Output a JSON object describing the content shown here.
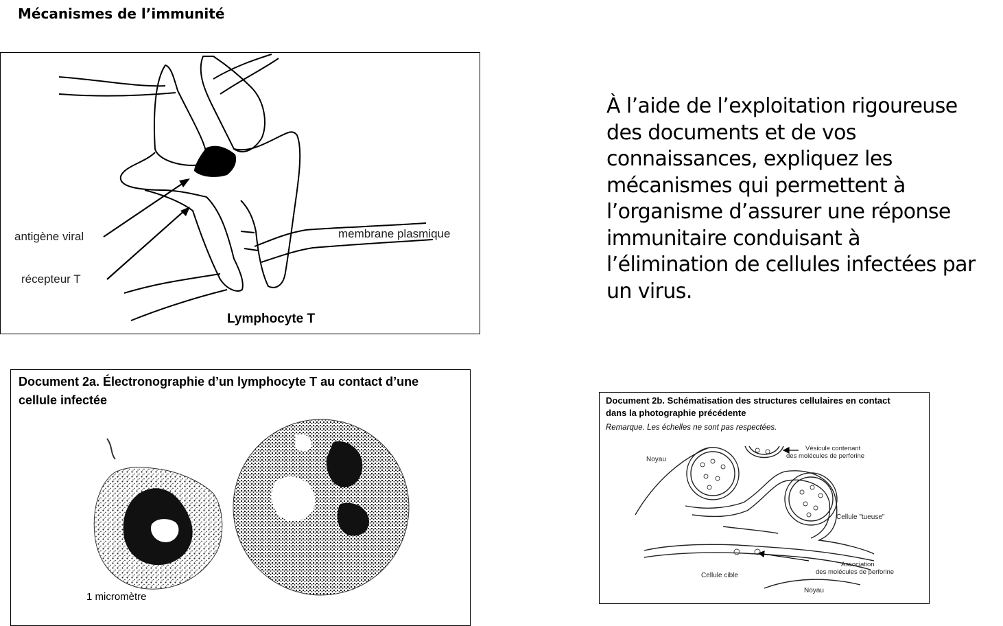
{
  "page": {
    "title": "Mécanismes de l’immunité"
  },
  "document1": {
    "label_antigen": "antigène viral",
    "label_receptor": "récepteur T",
    "label_membrane": "membrane plasmique",
    "label_lymphocyte": "Lymphocyte T"
  },
  "question": {
    "lines": [
      "À l’aide de l’exploitation rigoureuse",
      "des documents et de vos",
      "connaissances, expliquez les",
      "mécanismes qui permettent à",
      "l’organisme d’assurer une réponse",
      "immunitaire conduisant à",
      "l’élimination de cellules infectées par",
      "un virus."
    ]
  },
  "document2a": {
    "caption_line1": "Document 2a. Électronographie d’un lymphocyte T au contact d’une",
    "caption_line2": "cellule infectée",
    "scale_label": "1 micromètre"
  },
  "document2b": {
    "caption_line1": "Document 2b. Schématisation des structures cellulaires en contact",
    "caption_line2": "dans la photographie précédente",
    "remark": "Remarque. Les échelles ne sont pas respectées.",
    "label_noyau_top": "Noyau",
    "label_vesicule_1": "Vésicule contenant",
    "label_vesicule_2": "des molécules de perforine",
    "label_tueuse": "Cellule \"tueuse\"",
    "label_association_1": "Association",
    "label_association_2": "des molécules de perforine",
    "label_cible": "Cellule cible",
    "label_noyau_bottom": "Noyau"
  }
}
